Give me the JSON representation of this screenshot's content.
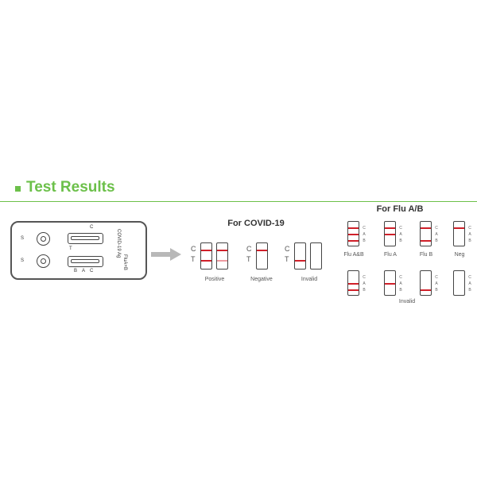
{
  "header": {
    "title": "Test Results"
  },
  "colors": {
    "accent": "#6cc04a",
    "band": "#d0202a",
    "band_faint": "#ee9aa0"
  },
  "cassette": {
    "product": "COVID-19 Ag",
    "product_flu": "FluA+B",
    "well_label": "S",
    "top_window_labels": [
      "C",
      "T"
    ],
    "bottom_window_labels": [
      "C",
      "A",
      "B"
    ]
  },
  "covid": {
    "title": "For COVID-19",
    "c_label": "C",
    "t_label": "T",
    "results": [
      {
        "label": "Positive",
        "strips": [
          [
            "C",
            "T"
          ],
          [
            "C",
            "T-faint"
          ]
        ]
      },
      {
        "label": "Negative",
        "strips": [
          [
            "C"
          ]
        ]
      },
      {
        "label": "Invalid",
        "strips": [
          [
            "T"
          ],
          []
        ]
      }
    ]
  },
  "flu": {
    "title": "For Flu A/B",
    "cab_labels": [
      "C",
      "A",
      "B"
    ],
    "results": [
      {
        "label": "Flu A&B",
        "bands": [
          "C",
          "A",
          "B"
        ]
      },
      {
        "label": "Flu A",
        "bands": [
          "C",
          "A"
        ]
      },
      {
        "label": "Flu B",
        "bands": [
          "C",
          "B"
        ]
      },
      {
        "label": "Neg",
        "bands": [
          "C"
        ]
      },
      {
        "label": "",
        "bands": [
          "A",
          "B"
        ]
      },
      {
        "label": "",
        "bands": [
          "A"
        ]
      },
      {
        "label": "",
        "bands": [
          "B"
        ]
      },
      {
        "label": "",
        "bands": []
      }
    ],
    "invalid_label": "Invalid"
  }
}
